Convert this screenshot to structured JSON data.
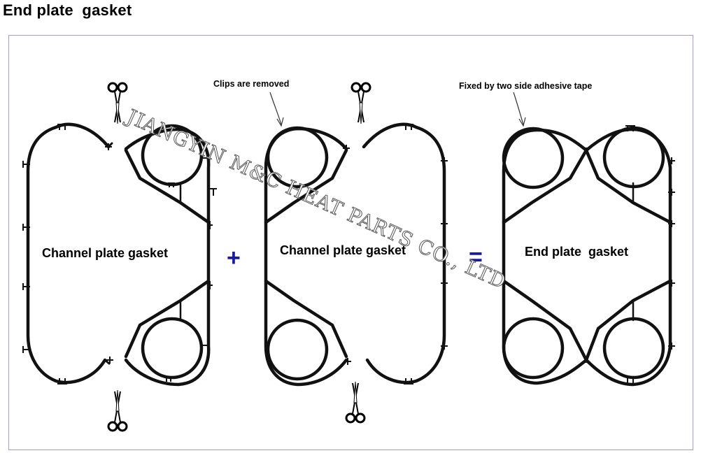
{
  "title": "End plate  gasket",
  "watermark": "JIANGYIN M&C HEAT PARTS CO., LTD",
  "labels": {
    "channel_1": "Channel plate gasket",
    "channel_2": "Channel plate gasket",
    "end_plate": "End plate  gasket"
  },
  "operators": {
    "plus": "+",
    "equals": "="
  },
  "annotations": {
    "clips": "Clips are removed",
    "tape": "Fixed by two side adhesive tape"
  },
  "icons": [
    "scissors-icon",
    "scissors-icon",
    "scissors-icon",
    "scissors-icon"
  ]
}
